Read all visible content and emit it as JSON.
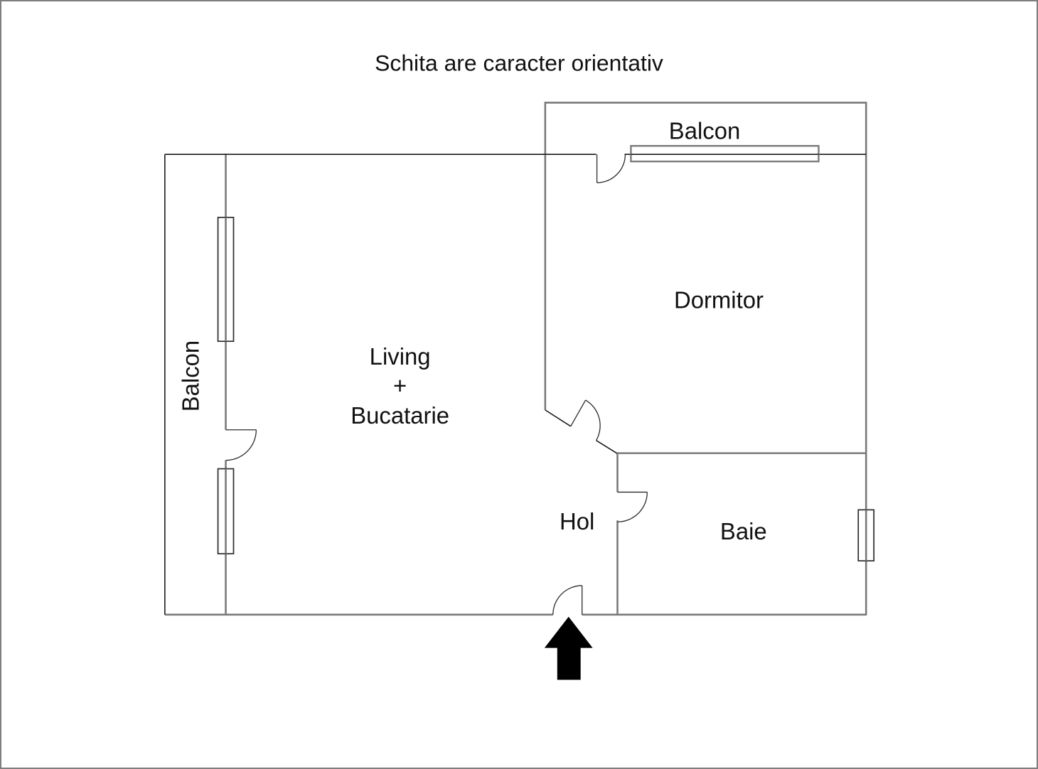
{
  "page": {
    "title": "Schita are caracter orientativ"
  },
  "labels": {
    "balcony_top": "Balcon",
    "balcony_left": "Balcon",
    "dormitor": "Dormitor",
    "living_line1": "Living",
    "living_line2": "+",
    "living_line3": "Bucatarie",
    "hol": "Hol",
    "baie": "Baie"
  },
  "icons": {
    "entrance_arrow": "up-arrow"
  },
  "colors": {
    "background": "#ffffff",
    "page_border": "#7e7e7e",
    "wall": "#7a7a7a",
    "wall_thin": "#1a1a1a",
    "door": "#2b2b2b",
    "text": "#111111",
    "arrow": "#000000"
  }
}
